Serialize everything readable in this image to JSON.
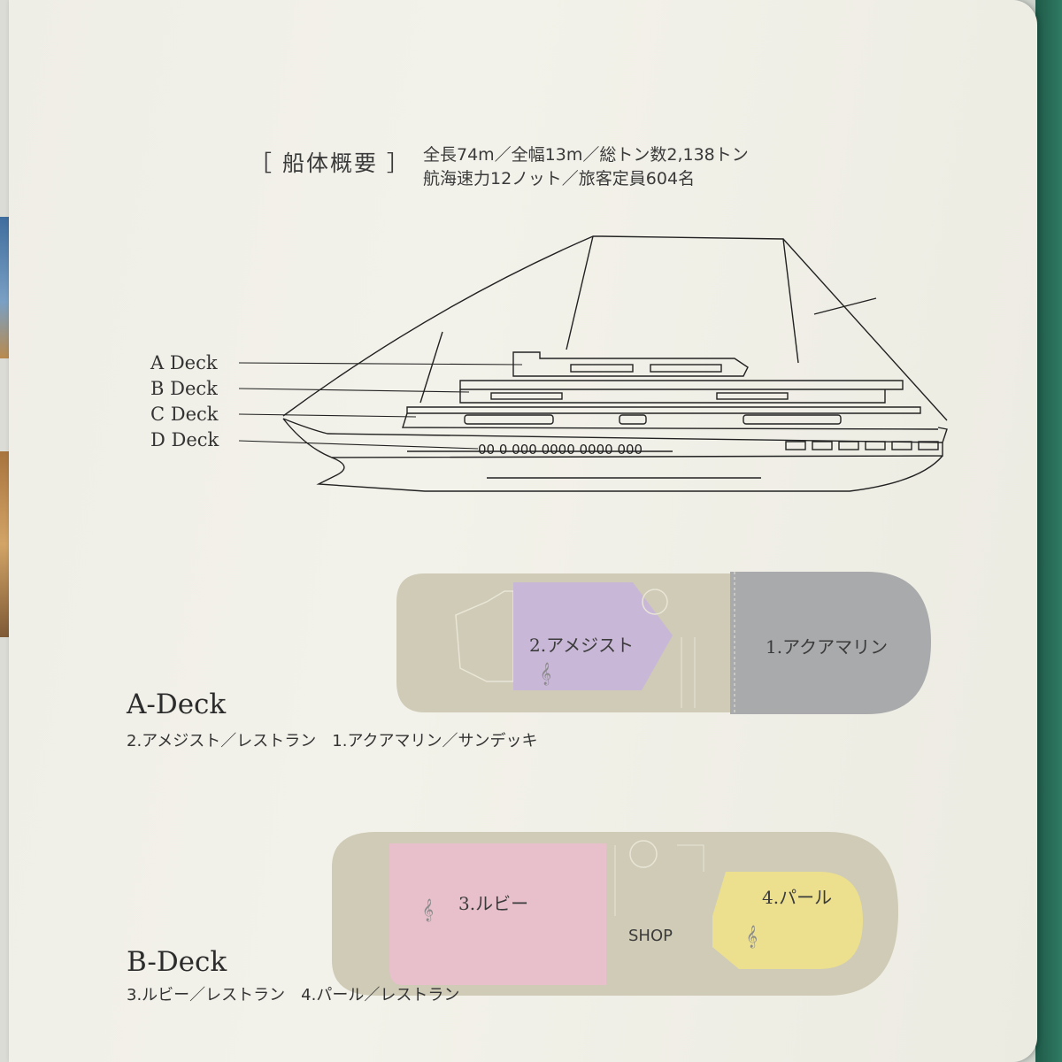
{
  "header": {
    "heading": "［ 船体概要 ］",
    "spec_line1": "全長74m／全幅13m／総トン数2,138トン",
    "spec_line2": "航海速力12ノット／旅客定員604名"
  },
  "ship_profile": {
    "deck_labels": [
      "A Deck",
      "B Deck",
      "C Deck",
      "D Deck"
    ],
    "porthole_text": "00 0 000 0000 0000 000"
  },
  "a_deck": {
    "title": "A-Deck",
    "description": "2.アメジスト／レストラン　1.アクアマリン／サンデッキ",
    "rooms": [
      "2.アメジスト",
      "1.アクアマリン"
    ]
  },
  "b_deck": {
    "title": "B-Deck",
    "description": "3.ルビー／レストラン　4.パール／レストラン",
    "rooms": [
      "3.ルビー",
      "SHOP",
      "4.パール"
    ]
  },
  "colors": {
    "page": "#f0efe7",
    "deck_plan_base": "#cfcbb6",
    "amethyst": "#c9b7d8",
    "aquamarine": "#a9aaab",
    "ruby": "#e7c0cc",
    "pearl": "#ece08f",
    "cover_green": "#2a6b56"
  }
}
